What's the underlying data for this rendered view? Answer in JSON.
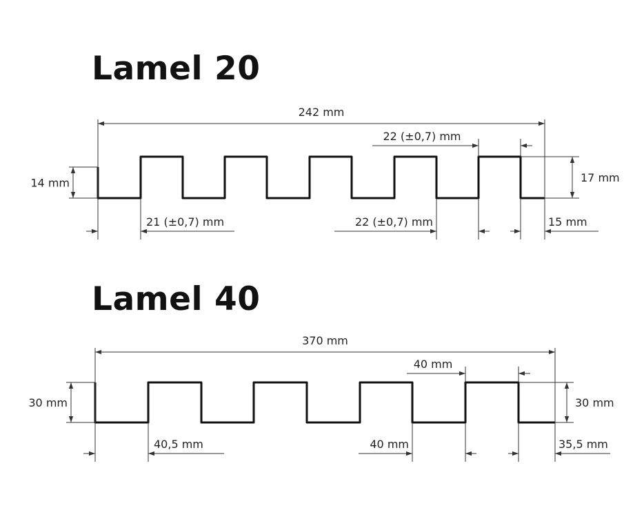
{
  "lamel20": {
    "title": "Lamel 20",
    "dims": {
      "total_width": "242 mm",
      "top_rib_width": "22 (±0,7) mm",
      "left_height": "14 mm",
      "right_height": "17 mm",
      "first_gap": "21 (±0,7) mm",
      "bottom_gap": "22 (±0,7) mm",
      "end_flange": "15 mm"
    }
  },
  "lamel40": {
    "title": "Lamel 40",
    "dims": {
      "total_width": "370 mm",
      "top_rib_width": "40 mm",
      "left_height": "30 mm",
      "right_height": "30 mm",
      "first_gap": "40,5 mm",
      "bottom_gap": "40 mm",
      "end_flange": "35,5 mm"
    }
  },
  "colors": {
    "line": "#111111",
    "dim": "#333333"
  }
}
